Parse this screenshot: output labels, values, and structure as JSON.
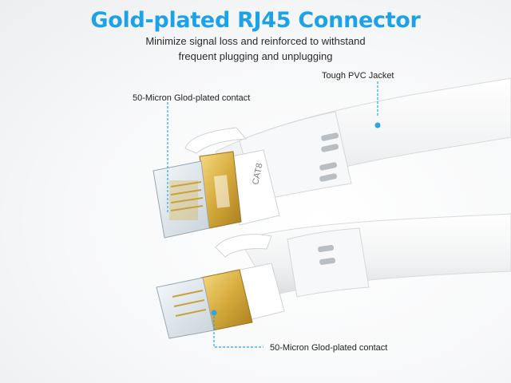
{
  "headline": "Gold-plated RJ45 Connector",
  "subtitle_lines": [
    "Minimize signal loss and reinforced to withstand",
    "frequent plugging and unplugging"
  ],
  "callouts": {
    "jacket": "Tough PVC Jacket",
    "top_contact": "50-Micron Glod-plated contact",
    "bottom_contact": "50-Micron Glod-plated contact"
  },
  "cable_marking": "CAT8",
  "colors": {
    "headline": "#1da1e8",
    "callout_line": "#29a6e6",
    "gold": "#d8b24a",
    "cable": "#f4f5f6"
  }
}
